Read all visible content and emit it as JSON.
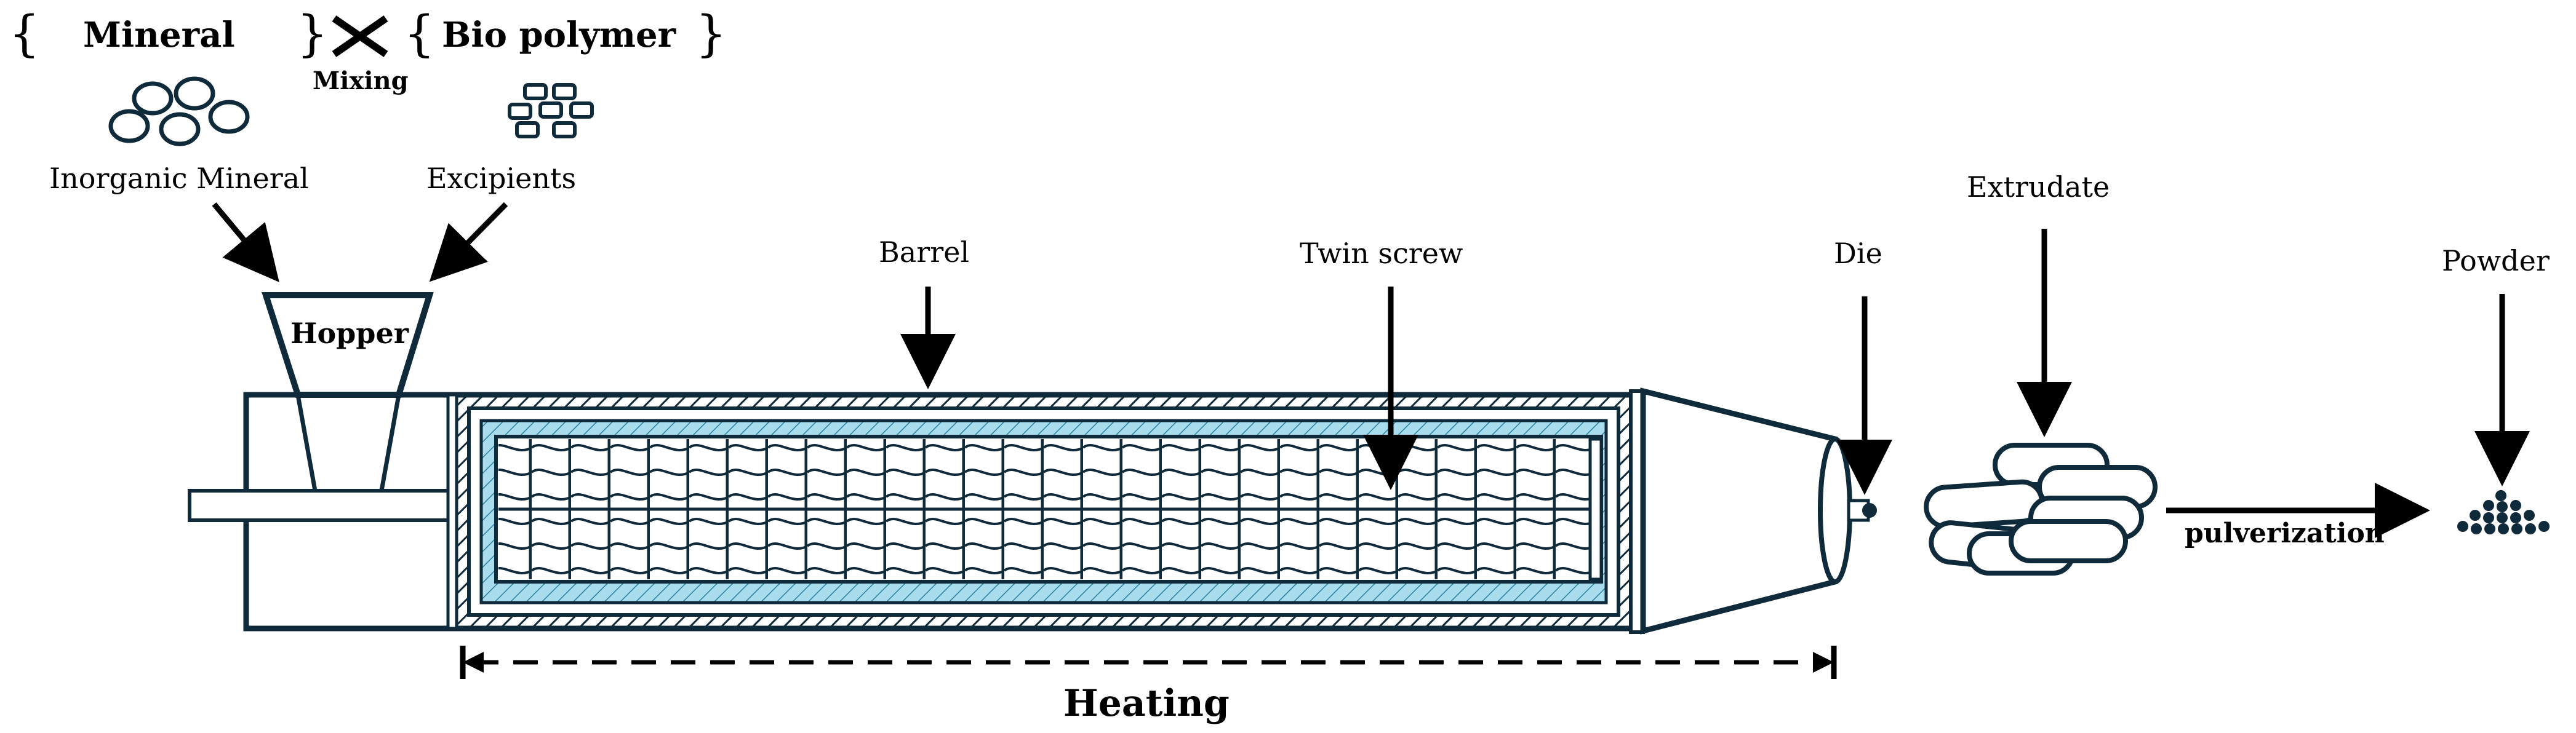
{
  "diagram": {
    "inputs": {
      "mineral": "Mineral",
      "bio_polymer": "Bio polymer",
      "mixing": "Mixing",
      "inorganic_mineral": "Inorganic Mineral",
      "excipients": "Excipients"
    },
    "parts": {
      "hopper": "Hopper",
      "barrel": "Barrel",
      "twin_screw": "Twin screw",
      "die": "Die",
      "extrudate": "Extrudate",
      "powder": "Powder"
    },
    "process": {
      "pulverization": "pulverization",
      "heating": "Heating"
    },
    "colors": {
      "outline": "#0f2a3a",
      "barrel_fill": "#a9dcec",
      "hatch": "#0f2a3a"
    }
  }
}
